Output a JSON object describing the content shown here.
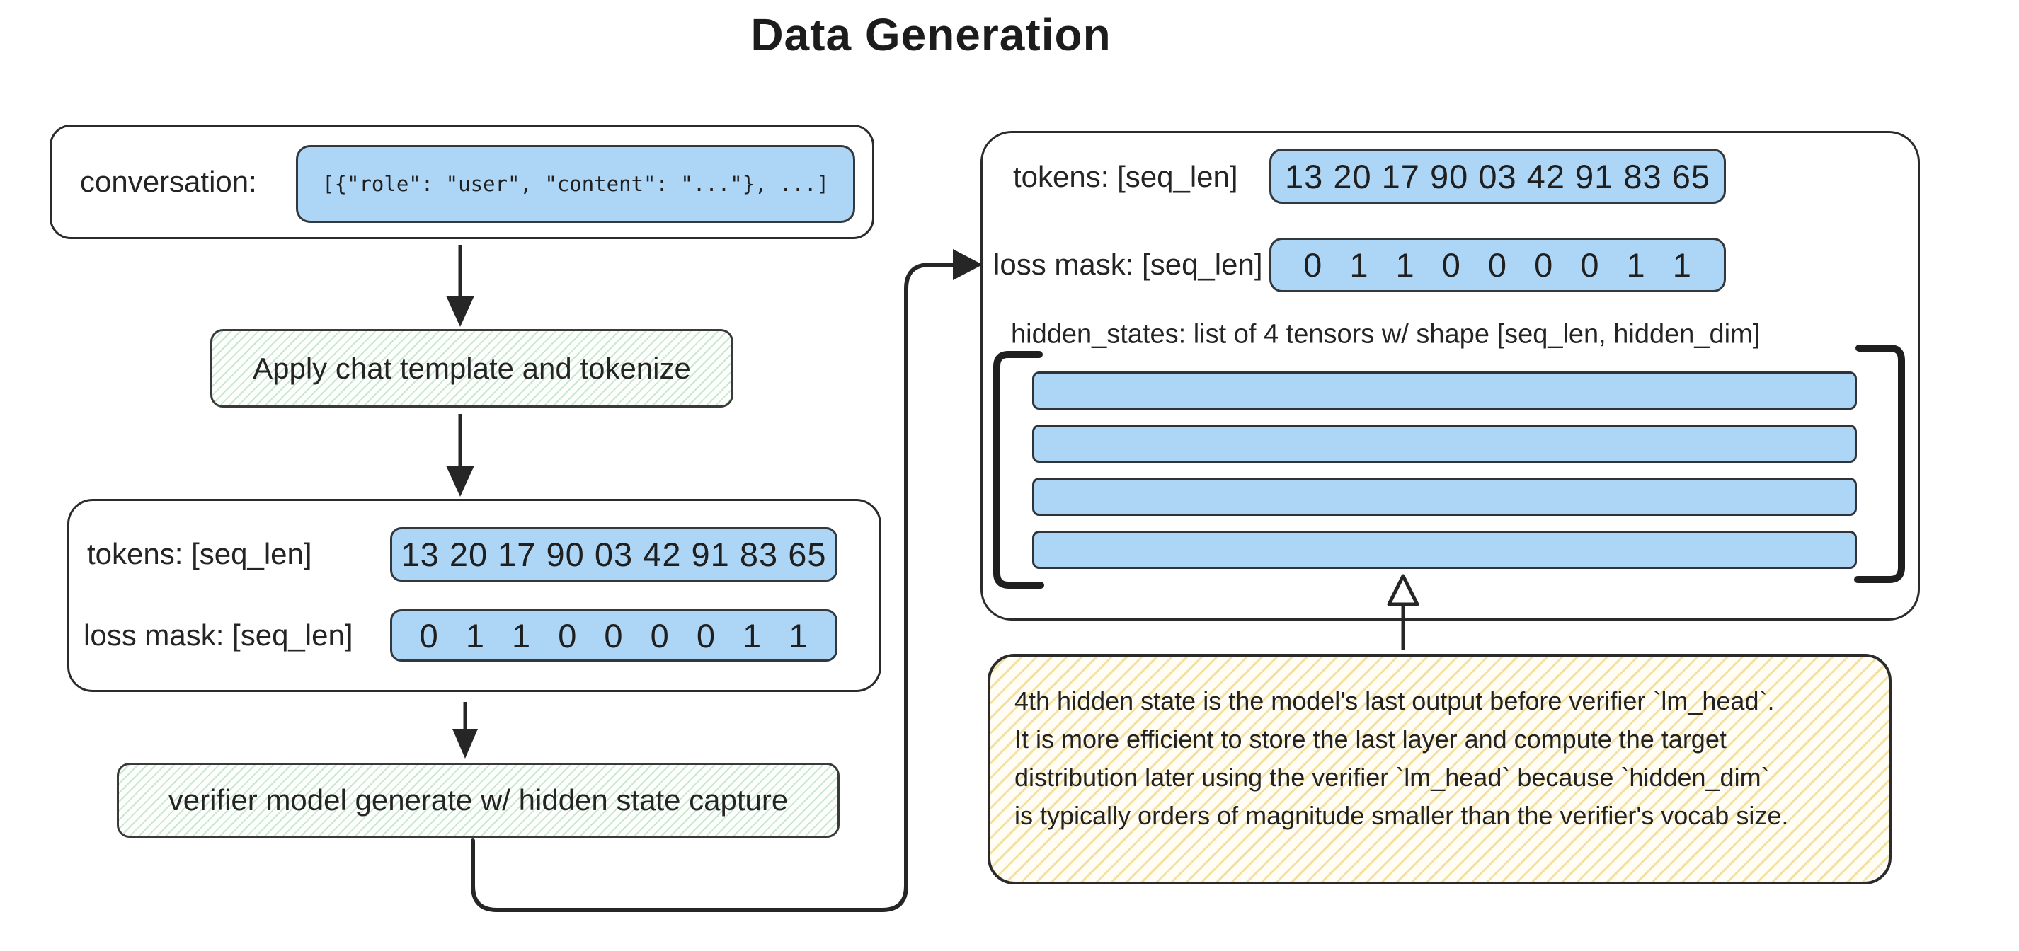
{
  "title": "Data Generation",
  "colors": {
    "ink": "#2b2b2b",
    "blue_fill": "#acd5f6",
    "green_hatch": "#7abe80",
    "yellow_hatch": "#e9c450"
  },
  "left_flow": {
    "conversation": {
      "label": "conversation:",
      "value": "[{\"role\": \"user\", \"content\": \"...\"}, ...]"
    },
    "step1_label": "Apply chat template and tokenize",
    "tokenized": {
      "tokens_label": "tokens: [seq_len]",
      "tokens_values": "13 20 17 90 03 42 91 83 65",
      "loss_mask_label": "loss mask: [seq_len]",
      "loss_mask_values": "0 1 1 0 0 0 0 1 1"
    },
    "step2_label": "verifier model generate w/ hidden state capture"
  },
  "output_panel": {
    "tokens_label": "tokens: [seq_len]",
    "tokens_values": "13 20 17 90 03 42 91 83 65",
    "loss_mask_label": "loss mask: [seq_len]",
    "loss_mask_values": "0 1 1 0 0 0 0 1 1",
    "hidden_states_label": "hidden_states: list of 4 tensors w/ shape [seq_len, hidden_dim]",
    "hidden_states_count": 4
  },
  "note": {
    "lines": [
      "4th hidden state is the model's last output before verifier `lm_head`.",
      "It is more efficient to store the last layer and compute the target",
      "distribution later using the verifier `lm_head` because `hidden_dim`",
      "is typically orders of magnitude smaller than the verifier's vocab size."
    ]
  }
}
